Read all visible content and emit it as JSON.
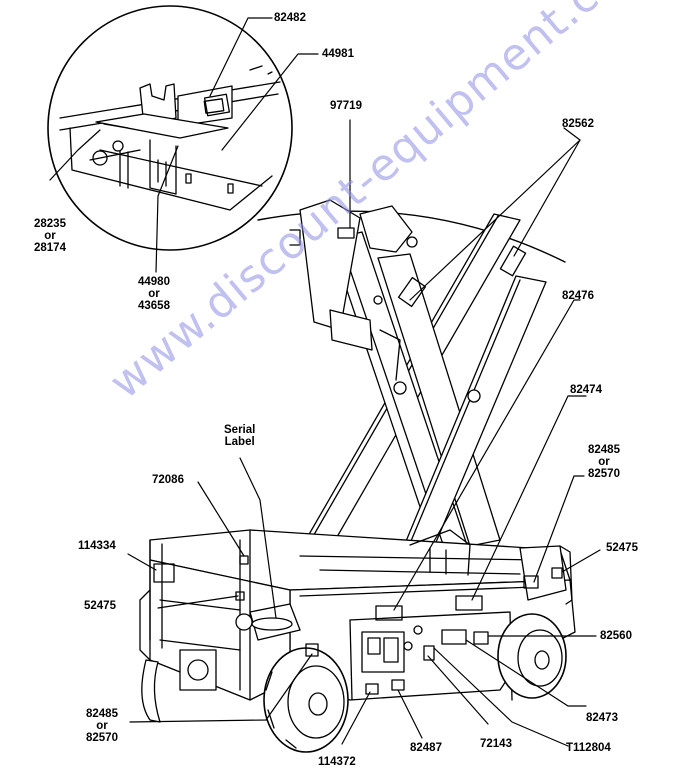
{
  "watermark": "www.discount-equipment.com",
  "labels": {
    "p82482": "82482",
    "p44981": "44981",
    "p97719": "97719",
    "p82562": "82562",
    "p28235": [
      "28235",
      "or",
      "28174"
    ],
    "p44980": [
      "44980",
      "or",
      "43658"
    ],
    "p82476": "82476",
    "p82474": "82474",
    "serial": [
      "Serial",
      "Label"
    ],
    "p72086": "72086",
    "p82485_right": [
      "82485",
      "or",
      "82570"
    ],
    "p114334": "114334",
    "p52475_right": "52475",
    "p52475_left": "52475",
    "p82560": "82560",
    "p82485_left": [
      "82485",
      "or",
      "82570"
    ],
    "p82473": "82473",
    "p114372": "114372",
    "p82487": "82487",
    "p72143": "72143",
    "pT112804": "T112804"
  }
}
